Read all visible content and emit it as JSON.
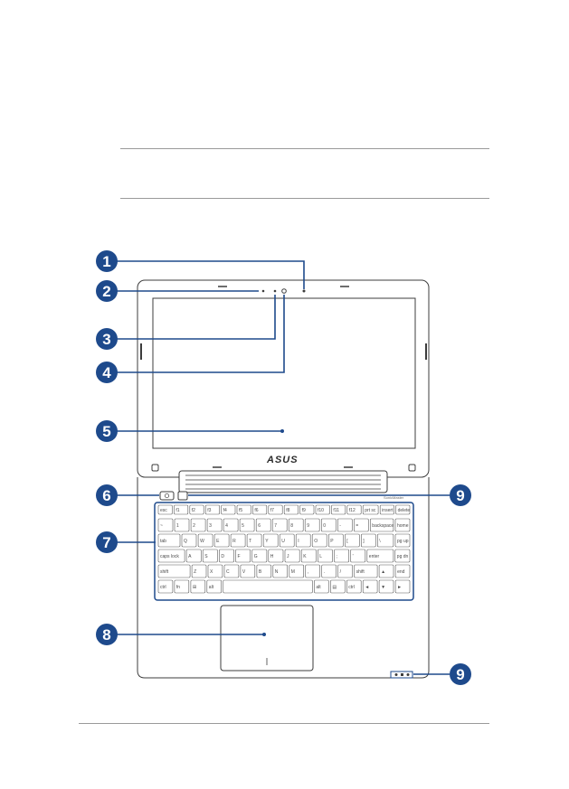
{
  "illustration": {
    "brand_logo": "ASUS",
    "deck_badge": "SonicMaster",
    "keyboard_rows": [
      [
        "esc",
        "f1",
        "f2",
        "f3",
        "f4",
        "f5",
        "f6",
        "f7",
        "f8",
        "f9",
        "f10",
        "f11",
        "f12",
        "prt sc",
        "insert",
        "delete"
      ],
      [
        "~",
        "1",
        "2",
        "3",
        "4",
        "5",
        "6",
        "7",
        "8",
        "9",
        "0",
        "-",
        "=",
        "backspace",
        "home"
      ],
      [
        "tab",
        "Q",
        "W",
        "E",
        "R",
        "T",
        "Y",
        "U",
        "I",
        "O",
        "P",
        "[",
        "]",
        "\\",
        "pg up"
      ],
      [
        "caps lock",
        "A",
        "S",
        "D",
        "F",
        "G",
        "H",
        "J",
        "K",
        "L",
        ";",
        "'",
        "enter",
        "pg dn"
      ],
      [
        "shift",
        "Z",
        "X",
        "C",
        "V",
        "B",
        "N",
        "M",
        ",",
        ".",
        "/",
        "shift",
        "▲",
        "end"
      ],
      [
        "ctrl",
        "fn",
        "⊞",
        "alt",
        "",
        "alt",
        "▤",
        "ctrl",
        "◄",
        "▼",
        "►"
      ]
    ]
  },
  "callouts": [
    {
      "label": "1",
      "target": "camera"
    },
    {
      "label": "2",
      "target": "camera-indicator"
    },
    {
      "label": "3",
      "target": "array-microphone"
    },
    {
      "label": "4",
      "target": "ambient-light-sensor"
    },
    {
      "label": "5",
      "target": "display-panel"
    },
    {
      "label": "6",
      "target": "power-button"
    },
    {
      "label": "7",
      "target": "keyboard"
    },
    {
      "label": "8",
      "target": "touchpad"
    },
    {
      "label": "9",
      "target": "status-indicators"
    },
    {
      "label": "9",
      "target": "status-indicators"
    }
  ],
  "colors": {
    "callout_fill": "#1e4a8c",
    "line": "#1e4a8c",
    "outline": "#3c3c3c"
  }
}
